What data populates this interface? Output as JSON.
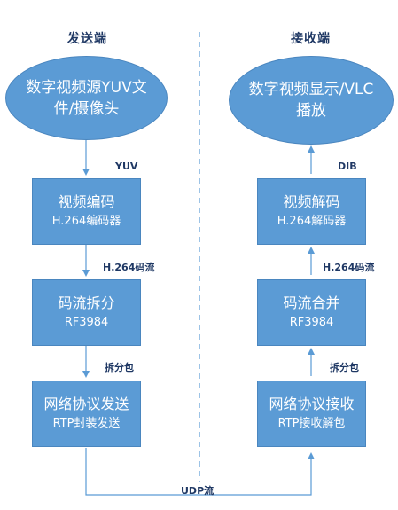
{
  "headings": {
    "send": "发送端",
    "receive": "接收端"
  },
  "send": {
    "source": "数字视频源YUV文件/摄像头",
    "encoder": {
      "line1": "视频编码",
      "line2": "H.264编码器"
    },
    "split": {
      "line1": "码流拆分",
      "line2": "RF3984"
    },
    "net": {
      "line1": "网络协议发送",
      "line2": "RTP封装发送"
    }
  },
  "receive": {
    "display": "数字视频显示/VLC播放",
    "decoder": {
      "line1": "视频解码",
      "line2": "H.264解码器"
    },
    "merge": {
      "line1": "码流合并",
      "line2": "RF3984"
    },
    "net": {
      "line1": "网络协议接收",
      "line2": "RTP接收解包"
    }
  },
  "labels": {
    "yuv": "YUV",
    "h264_send": "H.264码流",
    "pack_send": "拆分包",
    "udp": "UDP流",
    "dib": "DIB",
    "h264_recv": "H.264码流",
    "pack_recv": "拆分包"
  },
  "colors": {
    "fill": "#5b9bd5",
    "border": "#4a86bf",
    "arrow": "#5b9bd5",
    "divider": "#5b9bd5",
    "label": "#1f3864"
  }
}
